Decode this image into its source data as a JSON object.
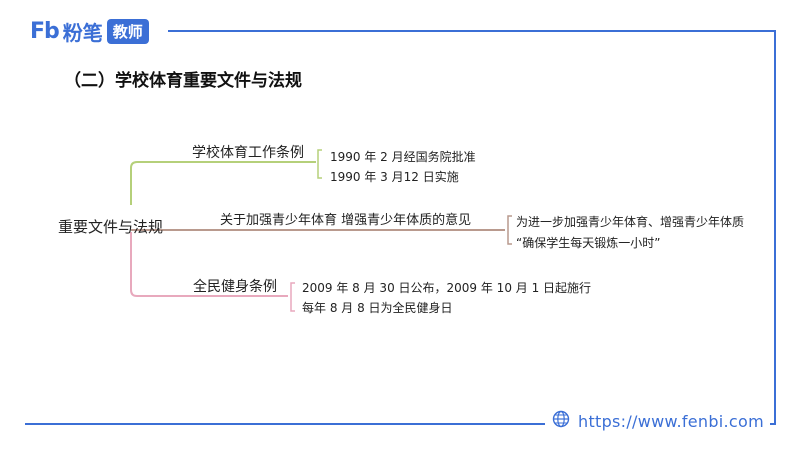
{
  "header": {
    "logo_mark": "Fb",
    "brand": "粉笔",
    "badge": "教师"
  },
  "title": "（二）学校体育重要文件与法规",
  "mindmap": {
    "root": "重要文件与法规",
    "branches": [
      {
        "label": "学校体育工作条例",
        "color": "#b5d07a",
        "details": [
          "1990 年 2 月经国务院批准",
          "1990 年 3 月12 日实施"
        ]
      },
      {
        "label": "关于加强青少年体育 增强青少年体质的意见",
        "color": "#b99a8e",
        "details": [
          "为进一步加强青少年体育、增强青少年体质",
          "“确保学生每天锻炼一小时”"
        ]
      },
      {
        "label": "全民健身条例",
        "color": "#e8a9bd",
        "details": [
          "2009 年 8 月 30 日公布，2009 年 10 月 1 日起施行",
          "每年 8 月 8 日为全民健身日"
        ]
      }
    ]
  },
  "footer": {
    "icon": "globe-icon",
    "url": "https://www.fenbi.com"
  },
  "colors": {
    "accent": "#3b6fd6"
  }
}
